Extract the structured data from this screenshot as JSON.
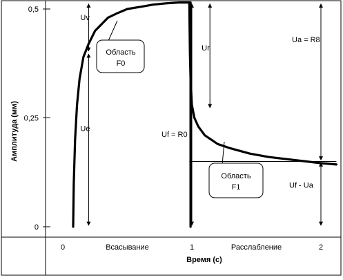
{
  "chart_data": {
    "type": "line",
    "xlabel": "Время (с)",
    "ylabel": "Амплитуда (мм)",
    "xlim": [
      -0.1,
      2.15
    ],
    "ylim": [
      0,
      0.51
    ],
    "x_ticks": [
      {
        "x": 0,
        "label": "0"
      },
      {
        "x": 1,
        "label": "1"
      },
      {
        "x": 2,
        "label": "2"
      }
    ],
    "y_ticks": [
      {
        "y": 0,
        "label": "0"
      },
      {
        "y": 0.25,
        "label": "0,25"
      },
      {
        "y": 0.5,
        "label": "0,5"
      }
    ],
    "phase_labels": [
      {
        "x": 0.5,
        "text": "Всасывание"
      },
      {
        "x": 1.5,
        "text": "Расслабление"
      }
    ],
    "series": [
      {
        "points": [
          [
            0.08,
            0
          ],
          [
            0.085,
            0.1
          ],
          [
            0.095,
            0.2
          ],
          [
            0.11,
            0.28
          ],
          [
            0.13,
            0.34
          ],
          [
            0.16,
            0.39
          ],
          [
            0.2,
            0.42
          ],
          [
            0.25,
            0.45
          ],
          [
            0.3,
            0.465
          ],
          [
            0.35,
            0.48
          ],
          [
            0.42,
            0.49
          ],
          [
            0.5,
            0.5
          ],
          [
            0.6,
            0.505
          ],
          [
            0.7,
            0.51
          ],
          [
            0.8,
            0.513
          ],
          [
            0.9,
            0.515
          ],
          [
            0.98,
            0.515
          ]
        ]
      },
      {
        "points": [
          [
            0.98,
            0.515
          ],
          [
            0.985,
            0.4
          ],
          [
            0.99,
            0.34
          ],
          [
            1.0,
            0.28
          ],
          [
            1.02,
            0.25
          ],
          [
            1.05,
            0.23
          ],
          [
            1.1,
            0.21
          ],
          [
            1.2,
            0.19
          ],
          [
            1.3,
            0.18
          ],
          [
            1.45,
            0.168
          ],
          [
            1.6,
            0.16
          ],
          [
            1.8,
            0.153
          ],
          [
            2.0,
            0.146
          ],
          [
            2.12,
            0.143
          ]
        ]
      },
      {
        "points": [
          [
            0.99,
            0.515
          ],
          [
            0.99,
            0
          ]
        ]
      }
    ],
    "arrows": [
      {
        "label": "Uv",
        "x": 0.2,
        "y1": 0.515,
        "y2": 0.4
      },
      {
        "label": "Ue",
        "x": 0.2,
        "y1": 0.4,
        "y2": 0
      },
      {
        "label": "Ur",
        "x": 1.14,
        "y1": 0.515,
        "y2": 0.27
      },
      {
        "label": "Uf = R0",
        "x": 1.0,
        "y1": 0.515,
        "y2": 0
      },
      {
        "label": "Ua = R8",
        "x": 2.0,
        "y1": 0.515,
        "y2": 0.15
      },
      {
        "label": "Uf  - Ua",
        "x": 2.0,
        "y1": 0.15,
        "y2": 0
      }
    ],
    "reference_line": {
      "y": 0.15,
      "x1": 0.98,
      "x2": 2.12
    },
    "callouts": [
      {
        "lines": [
          "Область",
          "F0"
        ]
      },
      {
        "lines": [
          "Область",
          "F1"
        ]
      }
    ]
  }
}
